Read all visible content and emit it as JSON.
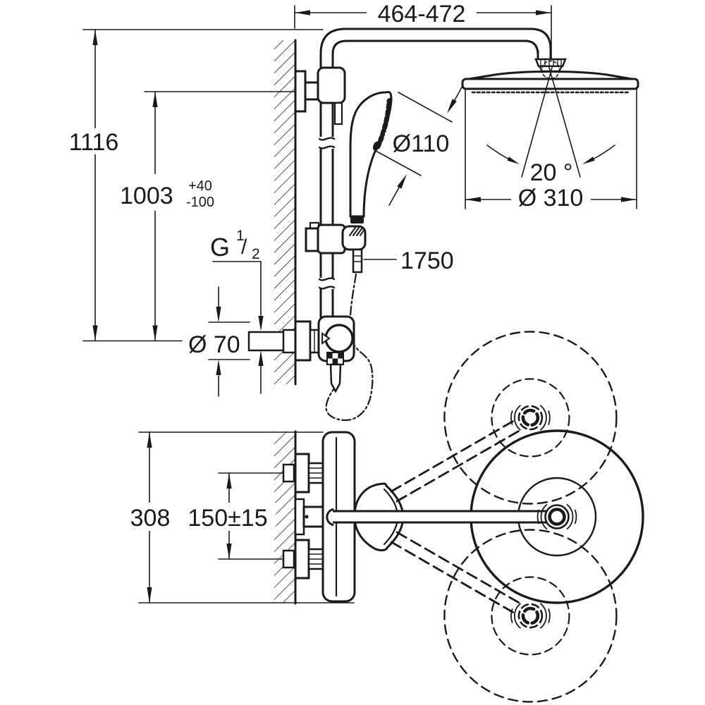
{
  "drawing": {
    "type": "shower-system-installation-dimension-drawing",
    "colors": {
      "ink": "#1a1a1a",
      "background": "#ffffff"
    },
    "dimensions": {
      "arm_reach": "464-472",
      "total_height": "1116",
      "riser_height": "1003",
      "riser_tol_plus": "+40",
      "riser_tol_minus": "-100",
      "thread_prefix": "G",
      "thread_numerator": "1",
      "thread_slash": "/",
      "thread_denominator": "2",
      "escutcheon_diameter": "Ø 70",
      "hand_shower_diameter": "Ø110",
      "head_shower_tilt_angle": "20 °",
      "head_shower_diameter": "Ø 310",
      "hose_length": "1750",
      "valve_trim_height": "308",
      "supply_connection_spacing": "150±15"
    }
  }
}
